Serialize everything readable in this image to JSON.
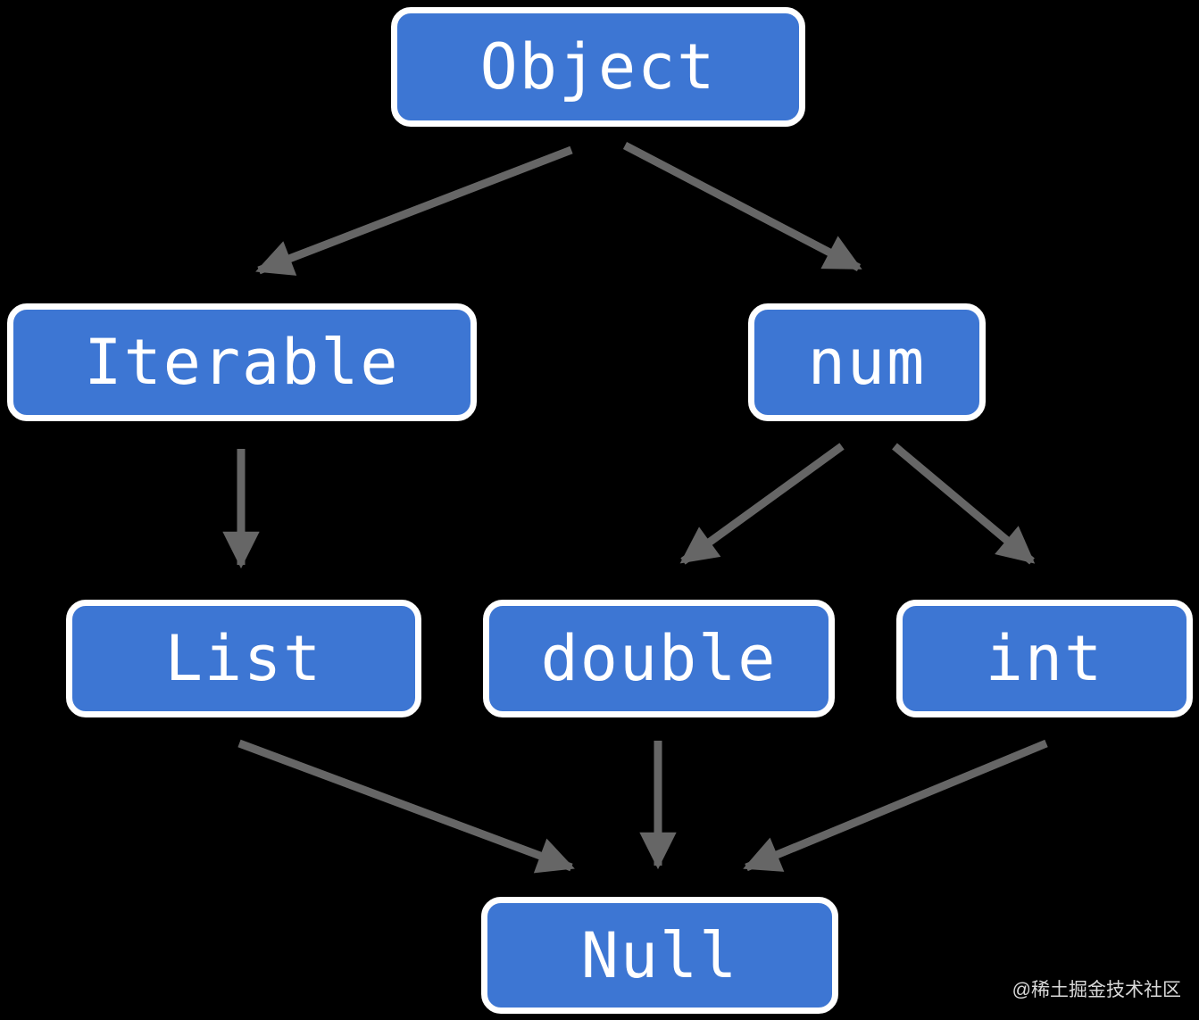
{
  "diagram": {
    "type": "type-hierarchy",
    "nodes": [
      {
        "id": "object",
        "label": "Object"
      },
      {
        "id": "iterable",
        "label": "Iterable"
      },
      {
        "id": "num",
        "label": "num"
      },
      {
        "id": "list",
        "label": "List"
      },
      {
        "id": "double",
        "label": "double"
      },
      {
        "id": "int",
        "label": "int"
      },
      {
        "id": "null",
        "label": "Null"
      }
    ],
    "edges": [
      {
        "from": "Object",
        "to": "Iterable"
      },
      {
        "from": "Object",
        "to": "num"
      },
      {
        "from": "Iterable",
        "to": "List"
      },
      {
        "from": "num",
        "to": "double"
      },
      {
        "from": "num",
        "to": "int"
      },
      {
        "from": "List",
        "to": "Null"
      },
      {
        "from": "double",
        "to": "Null"
      },
      {
        "from": "int",
        "to": "Null"
      }
    ],
    "colors": {
      "node_fill": "#3d76d3",
      "node_border": "#ffffff",
      "node_text": "#ffffff",
      "arrow": "#666666",
      "background": "#000000"
    }
  },
  "watermark": {
    "text": "@稀土掘金技术社区"
  }
}
